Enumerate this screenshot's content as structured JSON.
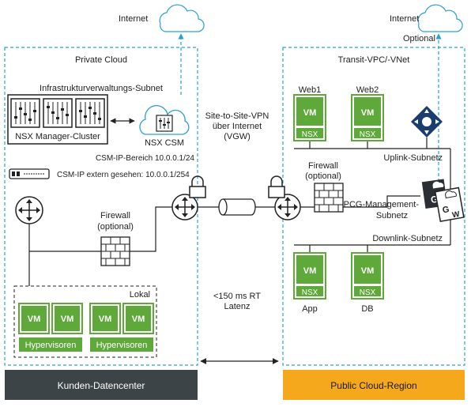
{
  "left_zone": {
    "cloud_label": "Private Cloud",
    "internet_label": "Internet",
    "subnet_label": "Infrastrukturverwaltungs-Subnet",
    "manager_label": "NSX Manager-Cluster",
    "csm_label": "NSX CSM",
    "csm_ip_range": "CSM-IP-Bereich 10.0.0.1/24",
    "csm_ip_external": "CSM-IP extern gesehen: 10.0.0.1/254",
    "firewall_label": "Firewall",
    "firewall_optional": "(optional)",
    "onprem_label": "Lokal",
    "vm_label": "VM",
    "hypervisor_label": "Hypervisoren",
    "footer_label": "Kunden-Datencenter"
  },
  "middle": {
    "vpn_line1": "Site-to-Site-VPN",
    "vpn_line2": "über Internet",
    "vpn_line3": "(VGW)",
    "latency_line1": "<150 ms RT",
    "latency_line2": "Latenz"
  },
  "right_zone": {
    "internet_label": "Internet",
    "optional_label": "Optional",
    "cloud_label": "Transit-VPC/-VNet",
    "firewall_label": "Firewall",
    "firewall_optional": "(optional)",
    "web1_label": "Web1",
    "web2_label": "Web2",
    "vm_label": "VM",
    "nsx_label": "NSX",
    "uplink_label": "Uplink-Subnetz",
    "pcg_line1": "PCG-Management-",
    "pcg_line2": "Subnetz",
    "downlink_label": "Downlink-Subnetz",
    "app_label": "App",
    "db_label": "DB",
    "gw_letter": "G",
    "gw_w_letter": "W",
    "footer_label": "Public Cloud-Region"
  },
  "colors": {
    "vm_green": "#5fa83a",
    "dashed_blue": "#2aa0d8",
    "left_footer": "#3d4447",
    "right_footer": "#f5a81c",
    "dark_navy": "#1b3d6e"
  }
}
